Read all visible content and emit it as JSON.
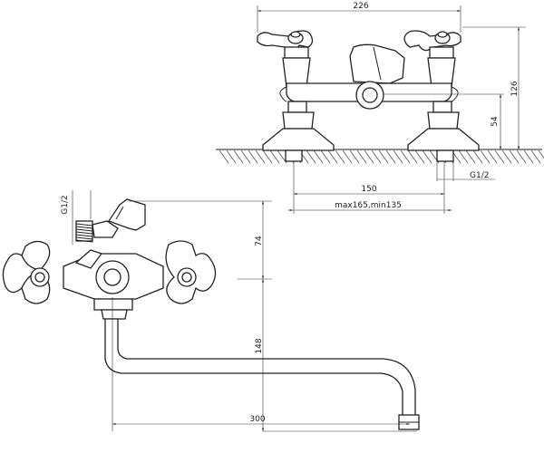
{
  "top_view": {
    "dim_width": "226",
    "dim_height": "126",
    "dim_outlet_height": "54",
    "dim_center": "150",
    "dim_range": "max165,min135",
    "dim_thread": "G1/2"
  },
  "side_view": {
    "dim_thread": "G1/2",
    "dim_upper": "74",
    "dim_lower": "148",
    "dim_spout": "300"
  },
  "colors": {
    "line": "#222222",
    "background": "#ffffff"
  }
}
